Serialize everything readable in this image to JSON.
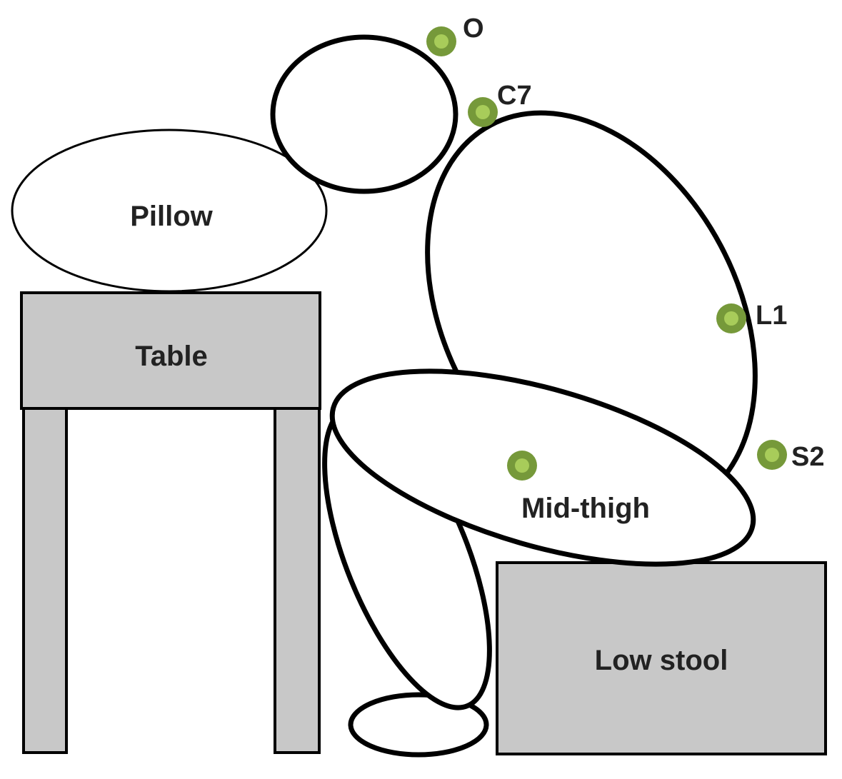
{
  "objects": {
    "pillow": "Pillow",
    "table": "Table",
    "low_stool": "Low stool"
  },
  "markers": [
    {
      "id": "occiput",
      "label": "O"
    },
    {
      "id": "c7",
      "label": "C7"
    },
    {
      "id": "l1",
      "label": "L1"
    },
    {
      "id": "s2",
      "label": "S2"
    },
    {
      "id": "mid-thigh",
      "label": "Mid-thigh"
    }
  ],
  "colors": {
    "marker_outer": "#76993a",
    "marker_inner": "#a8cc5a",
    "furniture_fill": "#c8c8c8",
    "outline": "#000000"
  }
}
